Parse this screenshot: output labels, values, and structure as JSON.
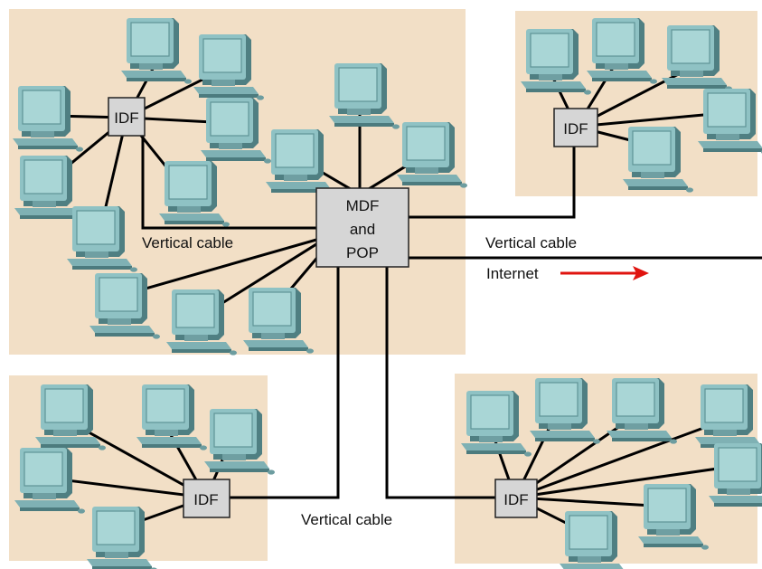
{
  "labels": {
    "idf": "IDF",
    "mdf_line1": "MDF",
    "mdf_line2": "and",
    "mdf_line3": "POP",
    "vertical_cable": "Vertical cable",
    "internet": "Internet"
  },
  "colors": {
    "area_fill": "#f2dfc6",
    "switch_fill": "#d6d6d6",
    "cable": "#000000",
    "internet_arrow": "#e0140f",
    "monitor_teal": "#7fb3b5"
  },
  "icons": [
    "computer-icon",
    "network-switch-icon",
    "red-arrow-icon"
  ]
}
